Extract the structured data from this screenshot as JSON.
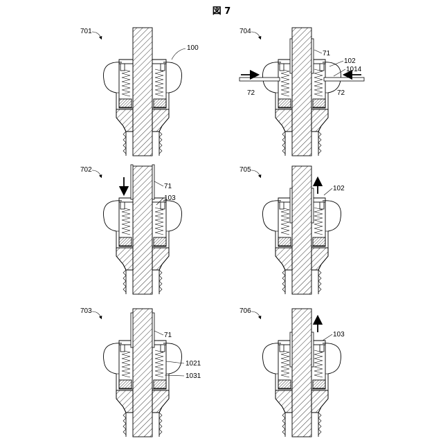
{
  "figure": {
    "title": "図 7"
  },
  "panels": [
    {
      "id": "701",
      "labels": {
        "device": "100"
      }
    },
    {
      "id": "702",
      "labels": {
        "shaft": "71",
        "spring": "103"
      },
      "arrow": "down"
    },
    {
      "id": "703",
      "labels": {
        "shaft": "71",
        "upper": "1021",
        "lower": "1031"
      }
    },
    {
      "id": "704",
      "labels": {
        "shaft": "71",
        "sleeve": "102",
        "tip": "1014",
        "rod_left": "72",
        "rod_right": "72"
      }
    },
    {
      "id": "705",
      "labels": {
        "sleeve": "102"
      },
      "arrow": "up"
    },
    {
      "id": "706",
      "labels": {
        "spring": "103"
      },
      "arrow": "up"
    }
  ]
}
